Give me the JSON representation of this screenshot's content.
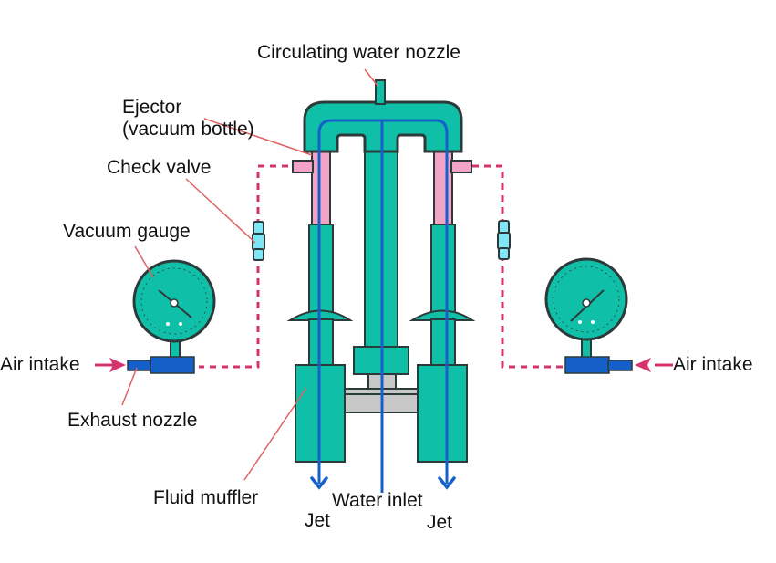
{
  "title": "Ejector vacuum pump diagram",
  "colors": {
    "body": "#10bfa8",
    "outline": "#2d3a3a",
    "water_line": "#1560c8",
    "ejector_pink": "#f4a3c8",
    "check_valve": "#7ee6f5",
    "vacuum_line": "#d4336e",
    "muffler_gray": "#c8c8c8",
    "exhaust_blue": "#1560c8",
    "leader": "#e06060"
  },
  "labels": {
    "circulating_water_nozzle": "Circulating water nozzle",
    "ejector_line1": "Ejector",
    "ejector_line2": "(vacuum bottle)",
    "check_valve": "Check valve",
    "vacuum_gauge": "Vacuum gauge",
    "air_intake_left": "Air intake",
    "air_intake_right": "Air intake",
    "exhaust_nozzle": "Exhaust nozzle",
    "fluid_muffler": "Fluid muffler",
    "water_inlet": "Water inlet",
    "jet_left": "Jet",
    "jet_right": "Jet"
  }
}
